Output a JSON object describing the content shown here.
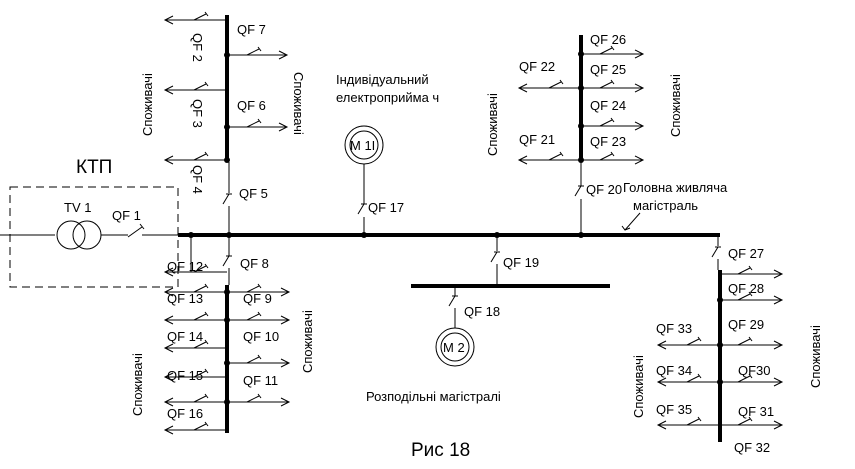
{
  "ktp_label": "КТП",
  "transformer_label": "TV 1",
  "figure_caption": "Рис 18",
  "main_line_label_1": "Головна живляча",
  "main_line_label_2": "магістраль",
  "distribution_label": "Розподільні магістралі",
  "individual_label_1": "Індивідуальний",
  "individual_label_2": "електроприйма ч",
  "motor_1_label": "M 1І",
  "motor_2_label": "M 2",
  "consumers": "Споживачі",
  "breakers": {
    "qf1": "QF 1",
    "qf2": "QF 2",
    "qf3": "QF 3",
    "qf4": "QF 4",
    "qf5": "QF 5",
    "qf6": "QF 6",
    "qf7": "QF 7",
    "qf8": "QF 8",
    "qf9": "QF 9",
    "qf10": "QF 10",
    "qf11": "QF 11",
    "qf12": "QF 12",
    "qf13": "QF 13",
    "qf14": "QF 14",
    "qf15": "QF 15",
    "qf16": "QF 16",
    "qf17": "QF 17",
    "qf18": "QF 18",
    "qf19": "QF 19",
    "qf20": "QF 20",
    "qf21": "QF 21",
    "qf22": "QF 22",
    "qf23": "QF 23",
    "qf24": "QF 24",
    "qf25": "QF 25",
    "qf26": "QF 26",
    "qf27": "QF 27",
    "qf28": "QF 28",
    "qf29": "QF 29",
    "qf30": "QF30",
    "qf31": "QF 31",
    "qf32": "QF 32",
    "qf33": "QF 33",
    "qf34": "QF 34",
    "qf35": "QF 35"
  }
}
